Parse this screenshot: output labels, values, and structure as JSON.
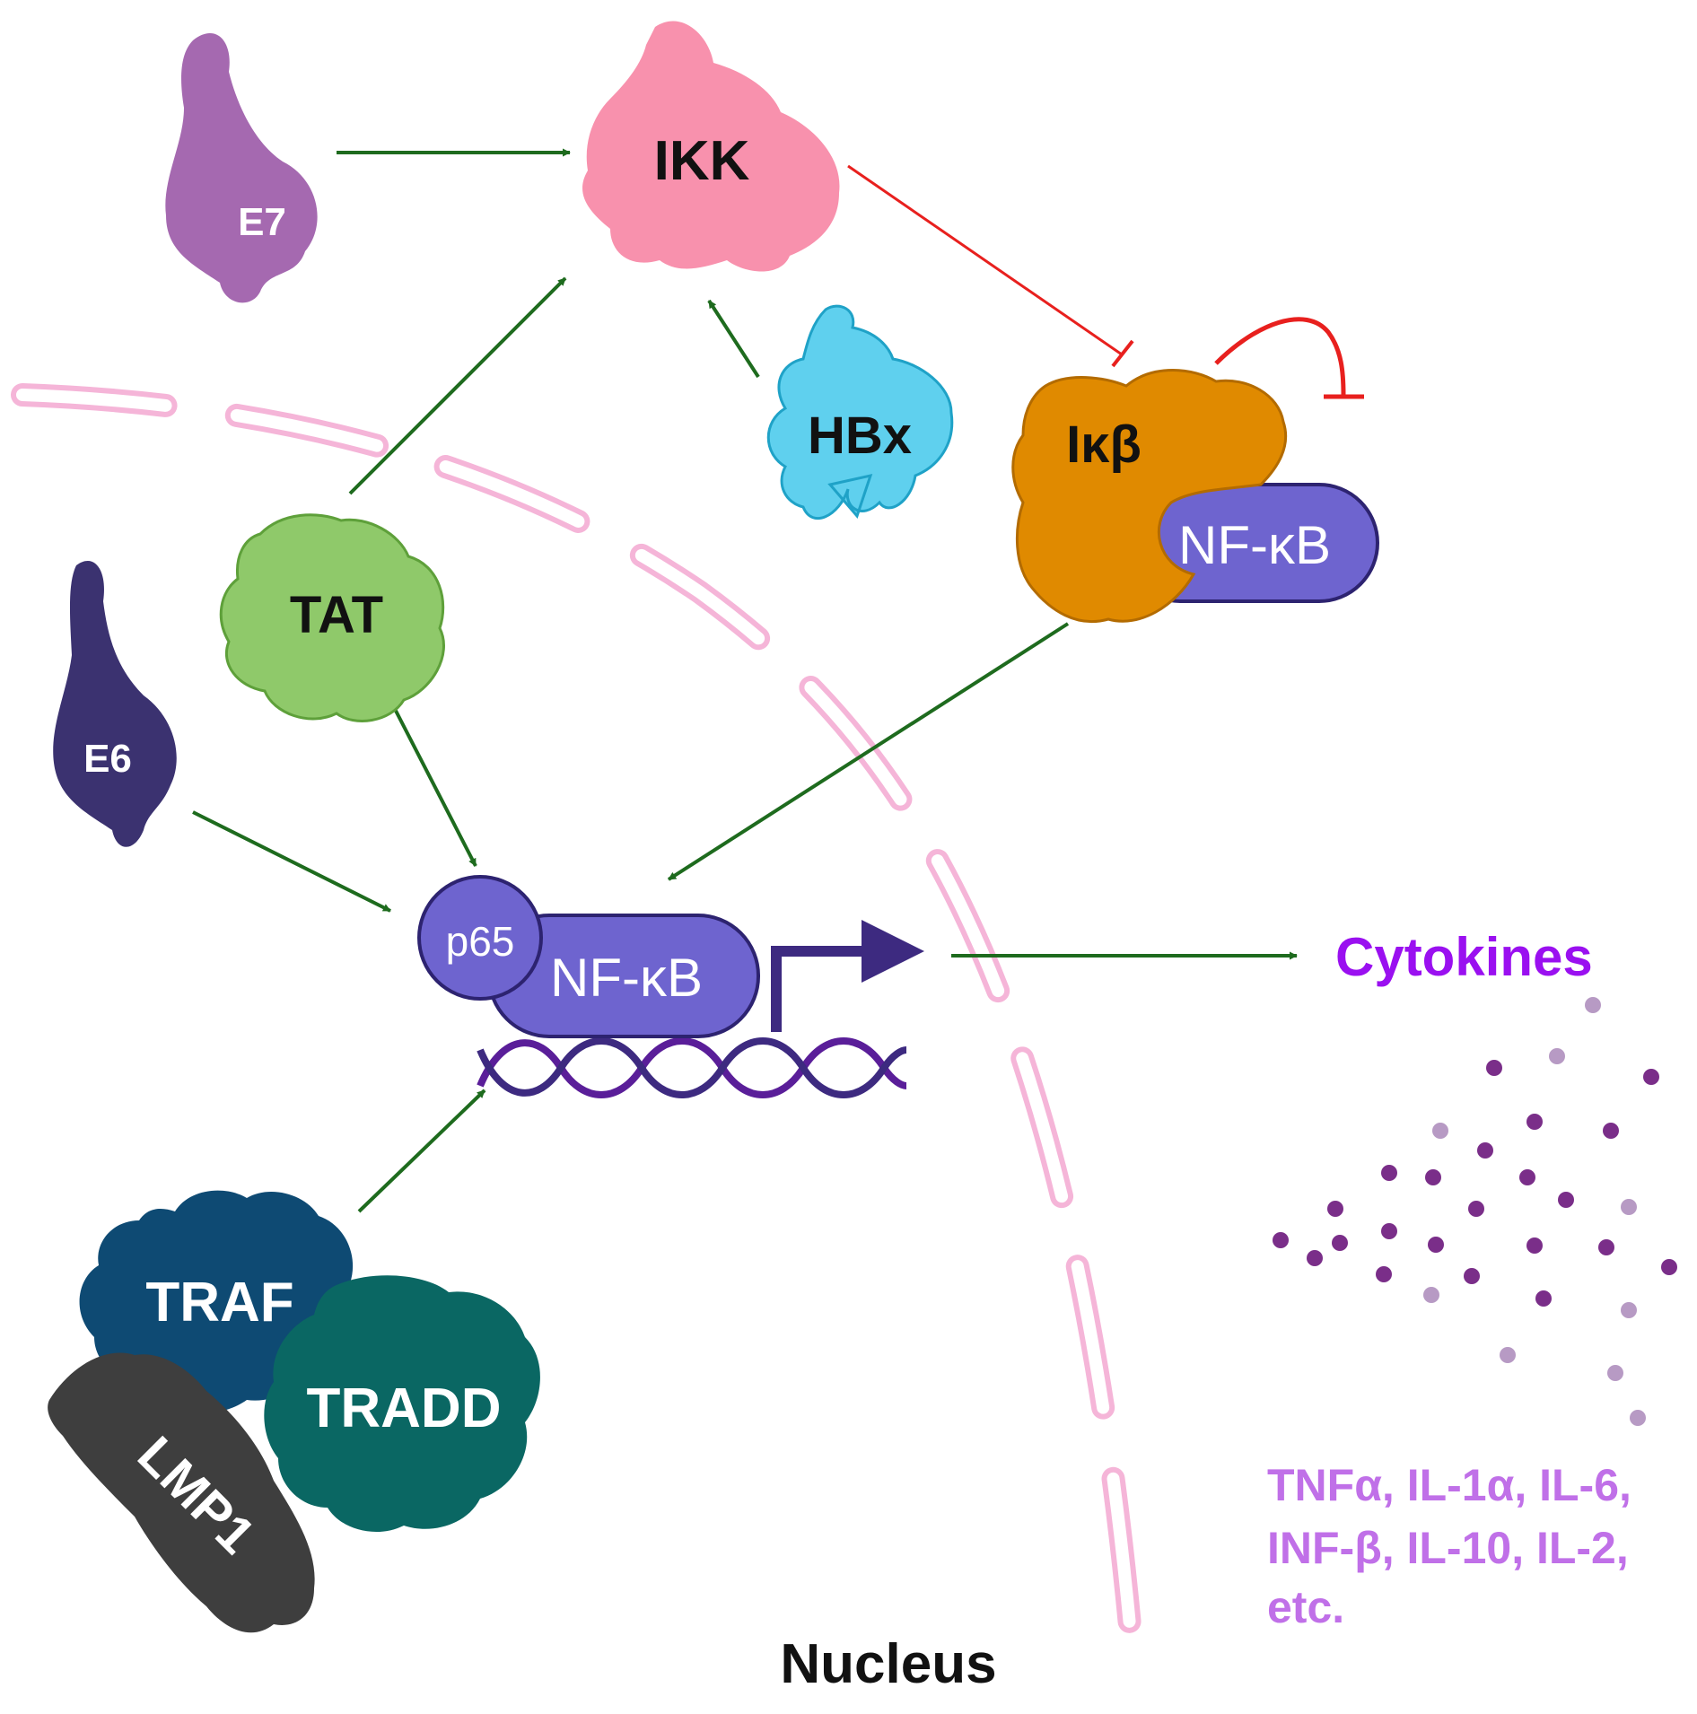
{
  "labels": {
    "ikk": "IKK",
    "e7": "E7",
    "e6": "E6",
    "hbx": "HBx",
    "ikb": "Iκβ",
    "nfkb_complex": "NF-κB",
    "tat": "TAT",
    "p65": "p65",
    "nfkb_dna": "NF-κB",
    "cytokines": "Cytokines",
    "cytokine_list_line1": "TNFα, IL-1α, IL-6,",
    "cytokine_list_line2": "INF-β, IL-10, IL-2,",
    "cytokine_list_line3": "etc.",
    "traf": "TRAF",
    "tradd": "TRADD",
    "lmp1": "LMP1",
    "nucleus": "Nucleus"
  },
  "colors": {
    "activation_arrow": "#1e6b1e",
    "inhibition": "#e8201e",
    "e7": "#a569b0",
    "e6": "#3b3270",
    "ikk": "#f891ad",
    "hbx": "#5fd0ee",
    "ikb": "#e08a00",
    "nfkb": "#6e64cf",
    "tat": "#8fc96a",
    "traf": "#0e4a73",
    "tradd": "#0a6763",
    "lmp1": "#3e3e3e",
    "dna": "#5a1e99",
    "cytokines_text": "#9a10f0",
    "cytokine_list_text": "#c070e8",
    "membrane": "#f5b5d8"
  }
}
